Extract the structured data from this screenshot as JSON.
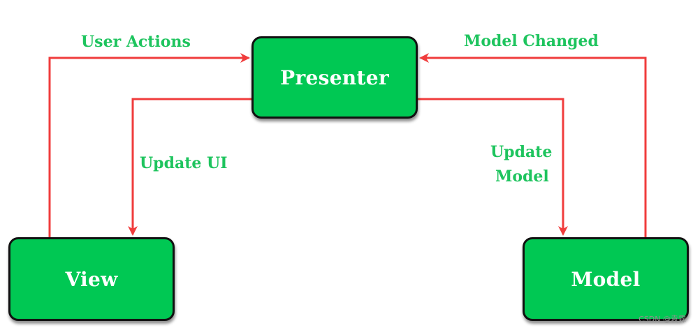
{
  "diagram": {
    "nodes": {
      "presenter": "Presenter",
      "view": "View",
      "model": "Model"
    },
    "edges": {
      "user_actions": "User Actions",
      "model_changed": "Model Changed",
      "update_ui": "Update UI",
      "update_model_line1": "Update",
      "update_model_line2": "Model"
    }
  },
  "watermark": "CSDN @袁霖",
  "colors": {
    "node_fill": "#00c853",
    "node_border": "#111111",
    "arrow": "#f03c3c",
    "edge_label": "#1ec45e"
  }
}
